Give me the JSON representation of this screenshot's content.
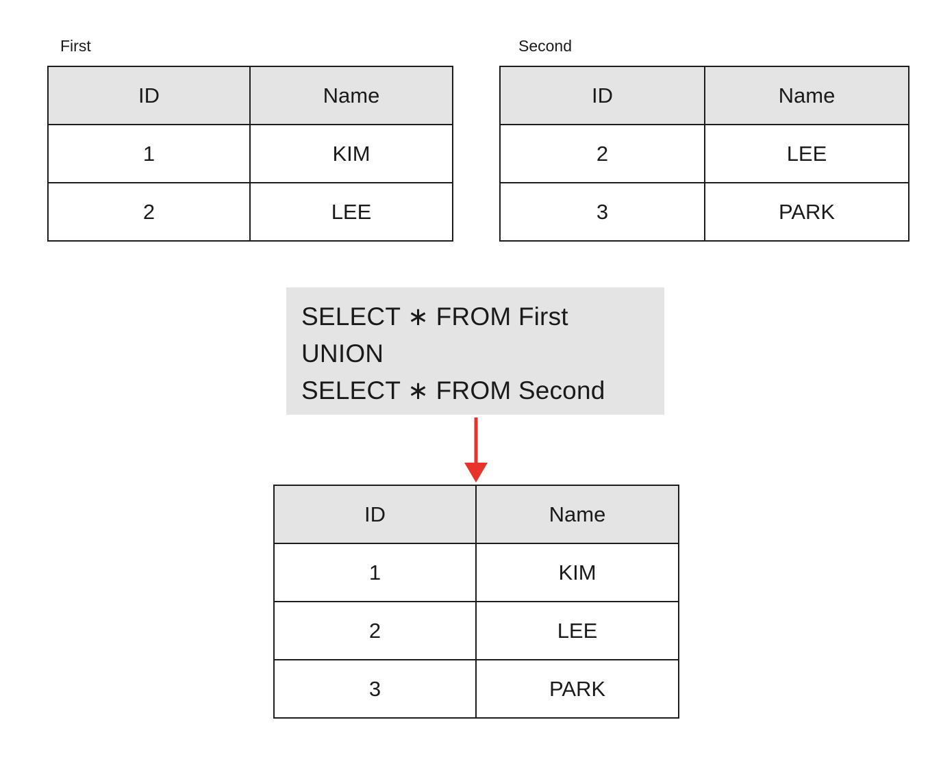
{
  "diagram": {
    "type": "sql-union-illustration",
    "accent_color": "#e8332a",
    "header_fill": "#e4e4e4",
    "border_color": "#1c1c1c",
    "background": "#ffffff"
  },
  "source_tables": [
    {
      "caption": "First",
      "columns": [
        "ID",
        "Name"
      ],
      "rows": [
        [
          "1",
          "KIM"
        ],
        [
          "2",
          "LEE"
        ]
      ]
    },
    {
      "caption": "Second",
      "columns": [
        "ID",
        "Name"
      ],
      "rows": [
        [
          "2",
          "LEE"
        ],
        [
          "3",
          "PARK"
        ]
      ]
    }
  ],
  "query": {
    "lines": [
      "SELECT ∗ FROM First",
      "UNION",
      "SELECT ∗ FROM Second"
    ]
  },
  "arrow": {
    "direction": "down",
    "color": "#e8332a"
  },
  "result_table": {
    "caption": "",
    "columns": [
      "ID",
      "Name"
    ],
    "rows": [
      [
        "1",
        "KIM"
      ],
      [
        "2",
        "LEE"
      ],
      [
        "3",
        "PARK"
      ]
    ]
  }
}
